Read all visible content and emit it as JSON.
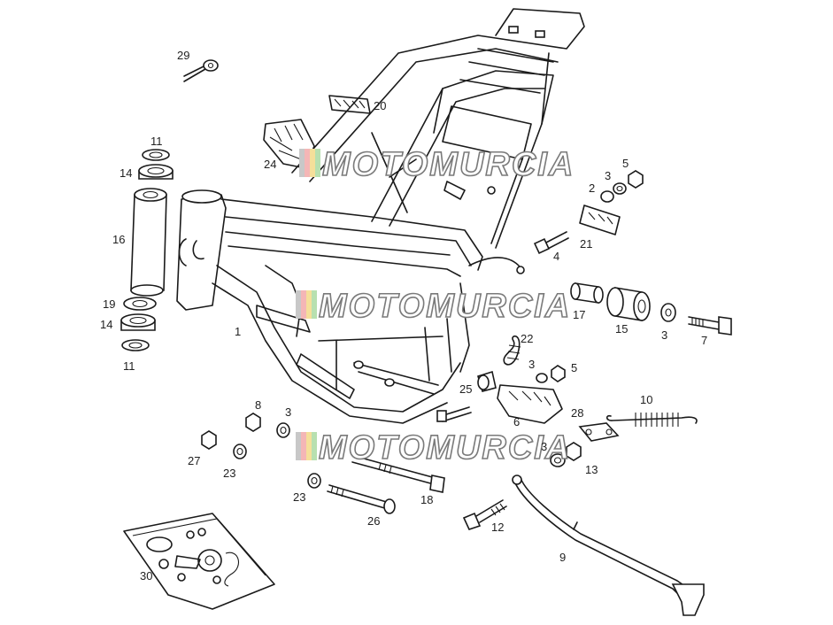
{
  "watermark": {
    "text": "MOTOMURCIA",
    "stripe_colors": [
      "#c8c8c8",
      "#f4b6b6",
      "#f5df9a",
      "#b8e0b0"
    ]
  },
  "labels": [
    {
      "id": "l29",
      "text": "29"
    },
    {
      "id": "l20",
      "text": "20"
    },
    {
      "id": "l11a",
      "text": "11"
    },
    {
      "id": "l14a",
      "text": "14"
    },
    {
      "id": "l24",
      "text": "24"
    },
    {
      "id": "l16",
      "text": "16"
    },
    {
      "id": "l5a",
      "text": "5"
    },
    {
      "id": "l3a",
      "text": "3"
    },
    {
      "id": "l2",
      "text": "2"
    },
    {
      "id": "l21",
      "text": "21"
    },
    {
      "id": "l4",
      "text": "4"
    },
    {
      "id": "l19",
      "text": "19"
    },
    {
      "id": "l14b",
      "text": "14"
    },
    {
      "id": "l11b",
      "text": "11"
    },
    {
      "id": "l1",
      "text": "1"
    },
    {
      "id": "l17",
      "text": "17"
    },
    {
      "id": "l15",
      "text": "15"
    },
    {
      "id": "l3b",
      "text": "3"
    },
    {
      "id": "l7",
      "text": "7"
    },
    {
      "id": "l22",
      "text": "22"
    },
    {
      "id": "l3c",
      "text": "3"
    },
    {
      "id": "l5b",
      "text": "5"
    },
    {
      "id": "l25",
      "text": "25"
    },
    {
      "id": "l6",
      "text": "6"
    },
    {
      "id": "l10",
      "text": "10"
    },
    {
      "id": "l8",
      "text": "8"
    },
    {
      "id": "l3d",
      "text": "3"
    },
    {
      "id": "l28",
      "text": "28"
    },
    {
      "id": "l27",
      "text": "27"
    },
    {
      "id": "l23a",
      "text": "23"
    },
    {
      "id": "l3e",
      "text": "3"
    },
    {
      "id": "l13",
      "text": "13"
    },
    {
      "id": "l18",
      "text": "18"
    },
    {
      "id": "l23b",
      "text": "23"
    },
    {
      "id": "l26",
      "text": "26"
    },
    {
      "id": "l12",
      "text": "12"
    },
    {
      "id": "l9",
      "text": "9"
    },
    {
      "id": "l30",
      "text": "30"
    }
  ]
}
